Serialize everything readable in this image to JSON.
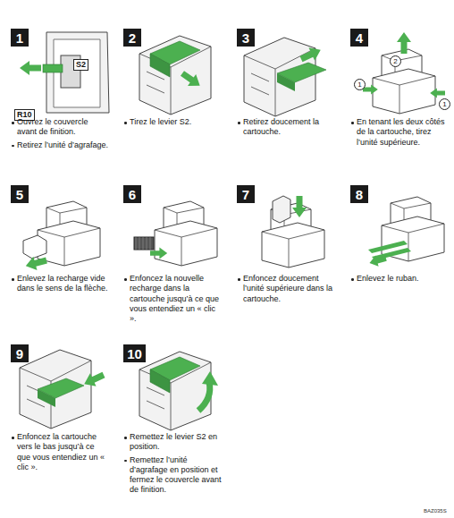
{
  "diagram": {
    "nodes": [
      {
        "text": [
          "1"
        ]
      },
      {
        "text": [
          "2"
        ]
      },
      {
        "text": [
          "3"
        ]
      },
      {
        "text": [
          "4"
        ]
      },
      {
        "text": [
          "5"
        ]
      },
      {
        "text": [
          "6"
        ]
      },
      {
        "text": [
          "7"
        ]
      },
      {
        "text": [
          "8"
        ]
      },
      {
        "text": [
          "9"
        ]
      },
      {
        "text": [
          "10"
        ]
      }
    ],
    "labels": [
      "R10",
      "S2",
      "1",
      "2",
      "1",
      "Ouvrez le couvercle avant de finition.",
      "Retirez l’unité d’agrafage.",
      "Tirez le levier S2.",
      "Retirez doucement la cartouche.",
      "En tenant les deux côtés de la cartouche, tirez l’unité supérieure.",
      "Enlevez la recharge vide dans le sens de la flèche.",
      "Enfoncez la nouvelle recharge dans la cartouche jusqu’à ce que vous entendiez un « clic ».",
      "Enfoncez doucement l’unité supérieure dans la cartouche.",
      "Enlevez le ruban.",
      "Enfoncez la cartouche vers le bas jusqu’à ce que vous entendiez un « clic ».",
      "Remettez le levier S2 en position.",
      "Remettez l’unité d’agrafage en position et fermez le couvercle avant de finition.",
      "BAZ035S"
    ]
  }
}
